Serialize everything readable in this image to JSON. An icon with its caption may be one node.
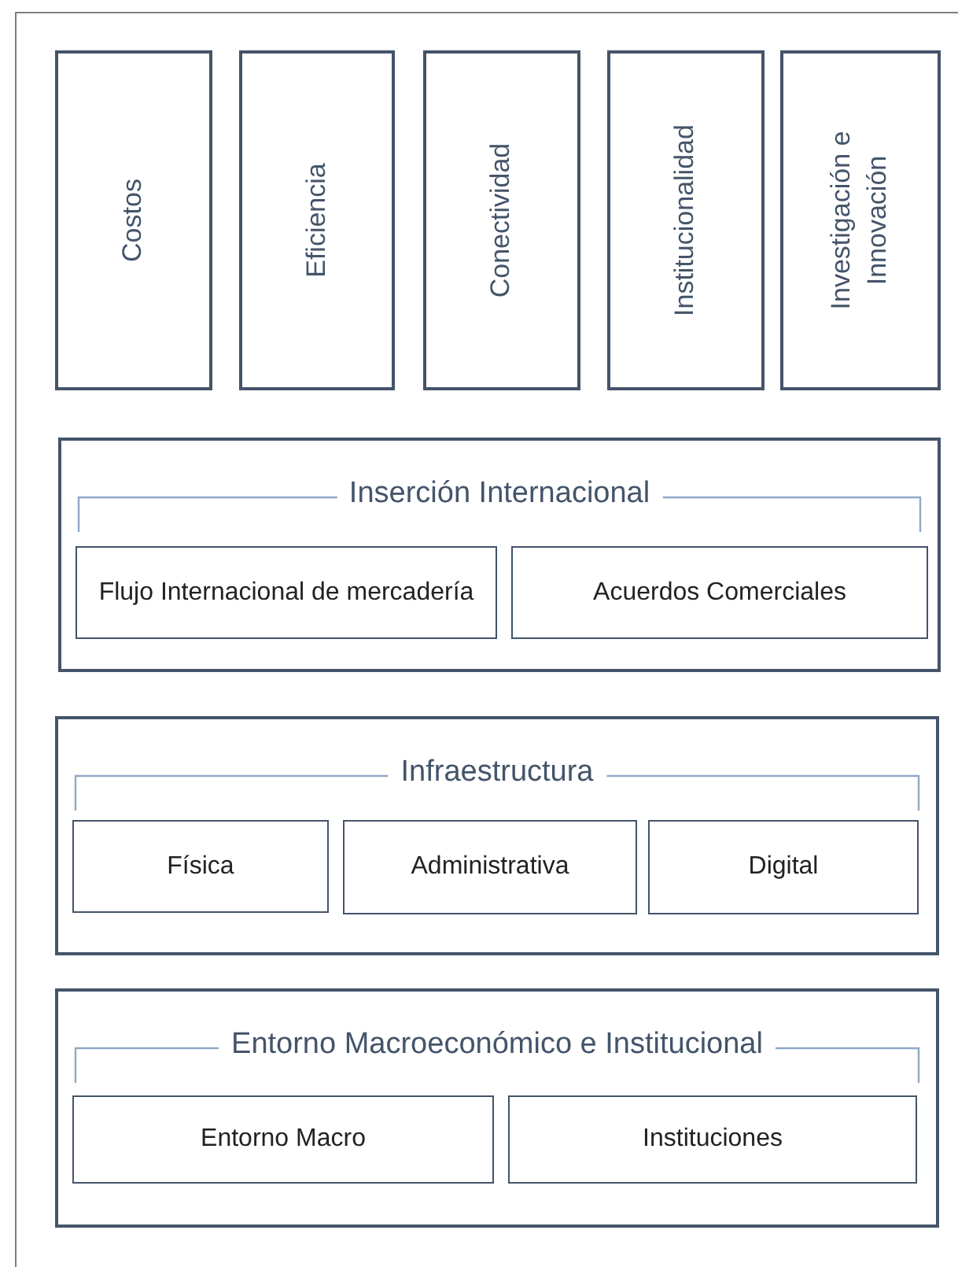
{
  "diagram": {
    "nodes": [
      {
        "text": [
          "Costos"
        ]
      },
      {
        "text": [
          "Eficiencia"
        ]
      },
      {
        "text": [
          "Conectividad"
        ]
      },
      {
        "text": [
          "Institucionalidad"
        ]
      },
      {
        "text": [
          "Investigación e Innovación"
        ]
      },
      {
        "text": [
          "Inserción Internacional"
        ]
      },
      {
        "text": [
          "Flujo Internacional de mercadería"
        ],
        "in": 5
      },
      {
        "text": [
          "Acuerdos Comerciales"
        ],
        "in": 5
      },
      {
        "text": [
          "Infraestructura"
        ]
      },
      {
        "text": [
          "Física"
        ],
        "in": 8
      },
      {
        "text": [
          "Administrativa"
        ],
        "in": 8
      },
      {
        "text": [
          "Digital"
        ],
        "in": 8
      },
      {
        "text": [
          "Entorno Macroeconómico e Institucional"
        ]
      },
      {
        "text": [
          "Entorno Macro"
        ],
        "in": 12
      },
      {
        "text": [
          "Instituciones"
        ],
        "in": 12
      }
    ]
  }
}
